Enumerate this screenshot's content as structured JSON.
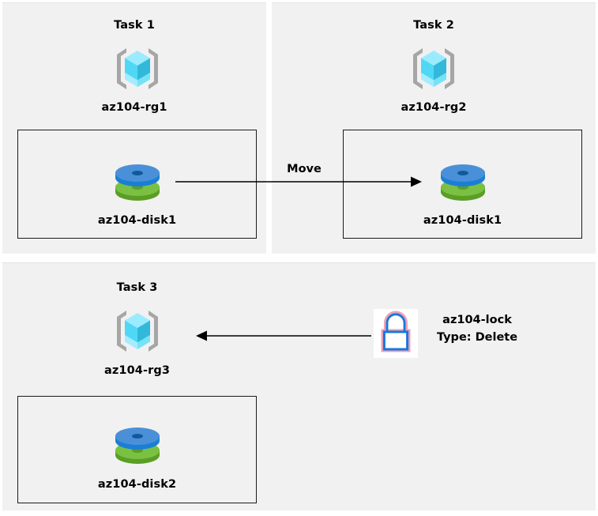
{
  "diagram": {
    "title": "Azure AZ-104 resource group tasks diagram",
    "background": "#ffffff",
    "panel_bg": "#f1f1f1",
    "panel_border": "#e3e3e3",
    "box_border": "#1b1b1b",
    "arrow_color": "#000000"
  },
  "panels": [
    {
      "id": "task1",
      "title": "Task 1",
      "resource_group": {
        "name": "az104-rg1",
        "icon": "azure-resource-group-icon"
      },
      "resource": {
        "name": "az104-disk1",
        "icon": "azure-disk-icon"
      }
    },
    {
      "id": "task2",
      "title": "Task 2",
      "resource_group": {
        "name": "az104-rg2",
        "icon": "azure-resource-group-icon"
      },
      "resource": {
        "name": "az104-disk1",
        "icon": "azure-disk-icon"
      }
    },
    {
      "id": "task3",
      "title": "Task 3",
      "resource_group": {
        "name": "az104-rg3",
        "icon": "azure-resource-group-icon"
      },
      "resource": {
        "name": "az104-disk2",
        "icon": "azure-disk-icon"
      }
    }
  ],
  "edges": [
    {
      "id": "move-edge",
      "label": "Move",
      "from": "az104-disk1 (task1)",
      "to": "az104-disk1 (task2)",
      "direction": "right"
    },
    {
      "id": "lock-edge",
      "label": "",
      "from": "az104-lock",
      "to": "az104-rg3",
      "direction": "left"
    }
  ],
  "lock": {
    "icon": "padlock-icon",
    "name": "az104-lock",
    "type_label": "Type: Delete",
    "stroke_color": "#1478e0",
    "fringe_color": "#f0a0b4"
  },
  "colors": {
    "cube_light": "#9bebff",
    "cube_mid": "#4fd8f5",
    "cube_dark": "#32b9d9",
    "bracket": "#a6a6a6",
    "disk_blue_top": "#4a90d9",
    "disk_blue_side": "#1a7fd4",
    "disk_green_top": "#7ac143",
    "disk_green_side": "#5a9e24"
  }
}
